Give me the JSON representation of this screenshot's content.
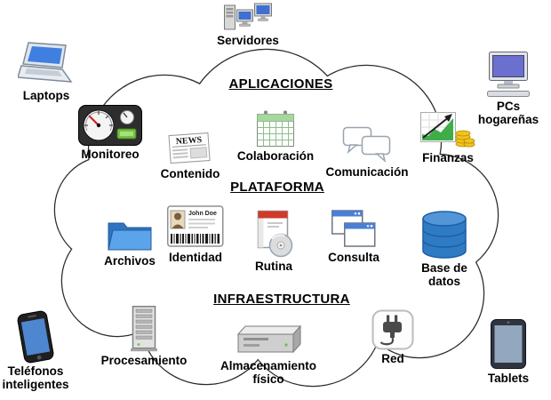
{
  "external": {
    "servidores": {
      "label": "Servidores"
    },
    "laptops": {
      "label": "Laptops"
    },
    "pcs": {
      "label": "PCs hogareñas"
    },
    "telefonos": {
      "label": "Teléfonos inteligentes"
    },
    "tablets": {
      "label": "Tablets"
    }
  },
  "sections": [
    {
      "id": "aplicaciones",
      "label": "APLICACIONES",
      "items": [
        {
          "id": "monitoreo",
          "label": "Monitoreo"
        },
        {
          "id": "contenido",
          "label": "Contenido"
        },
        {
          "id": "colaboracion",
          "label": "Colaboración"
        },
        {
          "id": "comunicacion",
          "label": "Comunicación"
        },
        {
          "id": "finanzas",
          "label": "Finanzas"
        }
      ]
    },
    {
      "id": "plataforma",
      "label": "PLATAFORMA",
      "items": [
        {
          "id": "archivos",
          "label": "Archivos"
        },
        {
          "id": "identidad",
          "label": "Identidad"
        },
        {
          "id": "rutina",
          "label": "Rutina"
        },
        {
          "id": "consulta",
          "label": "Consulta"
        },
        {
          "id": "base_de_datos",
          "label": "Base de datos"
        }
      ]
    },
    {
      "id": "infraestructura",
      "label": "INFRAESTRUCTURA",
      "items": [
        {
          "id": "procesamiento",
          "label": "Procesamiento"
        },
        {
          "id": "almacenamiento",
          "label": "Almacenamiento físico"
        },
        {
          "id": "red",
          "label": "Red"
        }
      ]
    }
  ],
  "icon_text": {
    "newspaper_header": "NEWS",
    "id_card_name": "John Doe"
  },
  "colors": {
    "database_blue": "#2e7bc4",
    "folder_blue": "#5ba3ea",
    "chart_green": "#3fae49",
    "coin_gold": "#f0c419",
    "box_red": "#cf3a2b"
  }
}
